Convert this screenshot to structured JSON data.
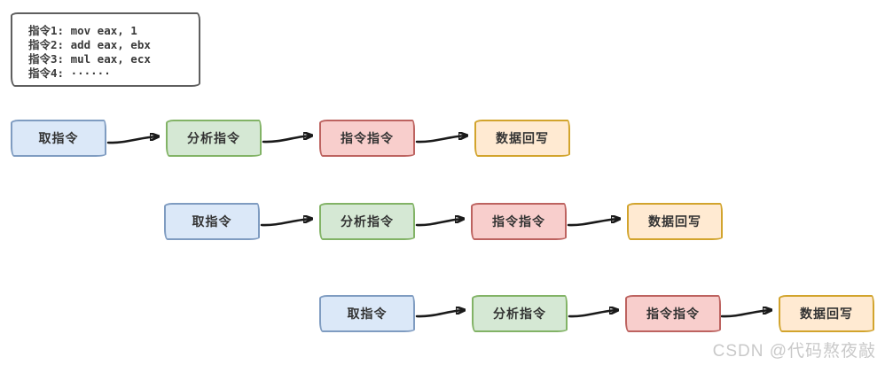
{
  "code_box": {
    "lines": [
      "指令1: mov eax, 1",
      "指令2: add eax, ebx",
      "指令3: mul eax, ecx",
      "指令4: ······"
    ]
  },
  "pipelines": [
    {
      "stages": [
        {
          "label": "取指令",
          "color": "#dbe8f8"
        },
        {
          "label": "分析指令",
          "color": "#d5e8d4"
        },
        {
          "label": "指令指令",
          "color": "#f8cecc"
        },
        {
          "label": "数据回写",
          "color": "#ffead2"
        }
      ]
    },
    {
      "stages": [
        {
          "label": "取指令",
          "color": "#dbe8f8"
        },
        {
          "label": "分析指令",
          "color": "#d5e8d4"
        },
        {
          "label": "指令指令",
          "color": "#f8cecc"
        },
        {
          "label": "数据回写",
          "color": "#ffead2"
        }
      ]
    },
    {
      "stages": [
        {
          "label": "取指令",
          "color": "#dbe8f8"
        },
        {
          "label": "分析指令",
          "color": "#d5e8d4"
        },
        {
          "label": "指令指令",
          "color": "#f8cecc"
        },
        {
          "label": "数据回写",
          "color": "#ffead2"
        }
      ]
    }
  ],
  "watermark": "CSDN @代码熬夜敲",
  "palette": {
    "blue_fill": "#dbe8f8",
    "blue_stroke": "#7f9cc1",
    "green_fill": "#d5e8d4",
    "green_stroke": "#82b366",
    "red_fill": "#f8cecc",
    "red_stroke": "#bd6360",
    "orange_fill": "#ffead2",
    "orange_stroke": "#d2a42d",
    "arrow": "#1a1a1a",
    "code_border": "#5f5f5f",
    "watermark_text": "#c9c9c9"
  }
}
